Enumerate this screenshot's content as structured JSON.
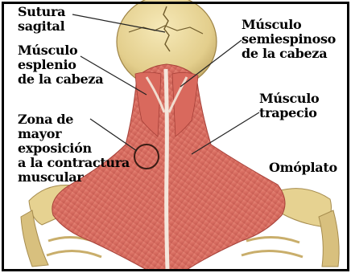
{
  "labels": {
    "sutura_sagital": "Sutura\nsagital",
    "musculo_esplenio": "Músculo\nesplenio\nde la cabeza",
    "zona_contractura": "Zona de\nmayor\nexposición\na la contractura\nmuscular",
    "musculo_semiespinoso": "Músculo\nsemiespinoso\nde la cabeza",
    "musculo_trapecio": "Músculo\ntrapecio",
    "omoplato": "Omóplato"
  },
  "colors": {
    "bone": "#E9D79A",
    "bone_shadow": "#C9B06A",
    "muscle": "#E07D6E",
    "muscle_dark": "#B8473F",
    "tendon": "#F3E3D9",
    "leader_line": "#222222"
  }
}
